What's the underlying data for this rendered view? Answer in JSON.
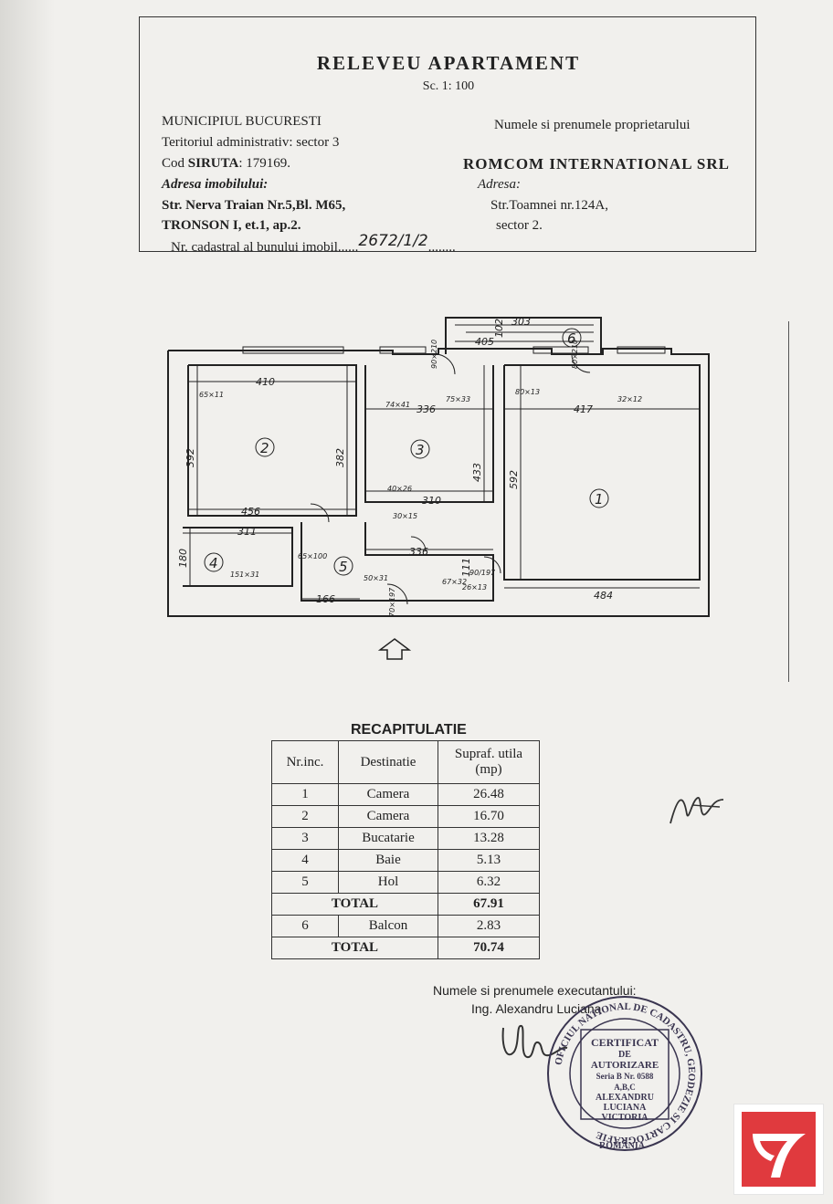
{
  "header": {
    "title": "RELEVEU APARTAMENT",
    "scale": "Sc. 1: 100",
    "municipality": "MUNICIPIUL BUCURESTI",
    "territory": "Teritoriul administrativ: sector 3",
    "siruta_label": "Cod",
    "siruta_key": "SIRUTA",
    "siruta_value": ": 179169.",
    "property_address_label": "Adresa imobilului:",
    "property_address_line1": "Str. Nerva Traian Nr.5,Bl. M65,",
    "property_address_line2": "TRONSON I, et.1, ap.2.",
    "cadastral_label": "Nr. cadastral al bunului imobil",
    "cadastral_dots_left": "......",
    "cadastral_dots_right": "........",
    "cadastral_value": "2672/1/2",
    "owner_label": "Numele si prenumele proprietarului",
    "owner_name": "ROMCOM INTERNATIONAL SRL",
    "owner_address_label": "Adresa:",
    "owner_address_line1": "Str.Toamnei  nr.124A,",
    "owner_address_line2": "sector 2."
  },
  "plan": {
    "room_numbers": [
      "1",
      "2",
      "3",
      "4",
      "5",
      "6"
    ],
    "dimensions": {
      "balcony_outer": "303",
      "balcony_inner": "405",
      "balcony_depth": "102",
      "room2_width_top": "410",
      "room2_height_left": "392",
      "room2_height_right": "382",
      "room2_width_bottom": "456",
      "room3_width": "336",
      "room3_height": "433",
      "room3_width_bottom": "310",
      "room1_width_top": "417",
      "room1_height": "592",
      "room1_width_bottom": "484",
      "room4_width": "311",
      "room4_height": "180",
      "hall_width": "336",
      "hall_left": "166",
      "hall_depth": "111"
    },
    "openings": [
      "65×11",
      "74×41",
      "75×33",
      "80×13",
      "32×12",
      "40×26",
      "30×15",
      "151×31",
      "50×31",
      "67×32",
      "90/197",
      "26×13",
      "90×210",
      "80×210",
      "70×197",
      "65×100"
    ]
  },
  "recap": {
    "title": "RECAPITULATIE",
    "headers": {
      "nr": "Nr.inc.",
      "destination": "Destinatie",
      "area_line1": "Supraf. utila",
      "area_line2": "(mp)"
    },
    "rows": [
      {
        "nr": "1",
        "destination": "Camera",
        "area": "26.48"
      },
      {
        "nr": "2",
        "destination": "Camera",
        "area": "16.70"
      },
      {
        "nr": "3",
        "destination": "Bucatarie",
        "area": "13.28"
      },
      {
        "nr": "4",
        "destination": "Baie",
        "area": "5.13"
      },
      {
        "nr": "5",
        "destination": "Hol",
        "area": "6.32"
      }
    ],
    "total1_label": "TOTAL",
    "total1_value": "67.91",
    "balcony": {
      "nr": "6",
      "destination": "Balcon",
      "area": "2.83"
    },
    "total2_label": "TOTAL",
    "total2_value": "70.74"
  },
  "executant": {
    "label": "Numele si prenumele executantului:",
    "name": "Ing. Alexandru Luciana"
  },
  "stamp": {
    "ring_text": "OFICIUL NATIONAL DE CADASTRU, GEODEZIE SI CARTOGRAFIE",
    "country": "ROMÂNIA",
    "line1": "CERTIFICAT",
    "line2": "DE",
    "line3": "AUTORIZARE",
    "line4": "Seria B Nr. 0588",
    "line5": "A,B,C",
    "line6": "ALEXANDRU",
    "line7": "LUCIANA",
    "line8": "VICTORIA"
  },
  "colors": {
    "ink": "#222222",
    "paper": "#f1f0ed",
    "stamp_ink": "#3a3550",
    "logo_red": "#e03a3e"
  }
}
